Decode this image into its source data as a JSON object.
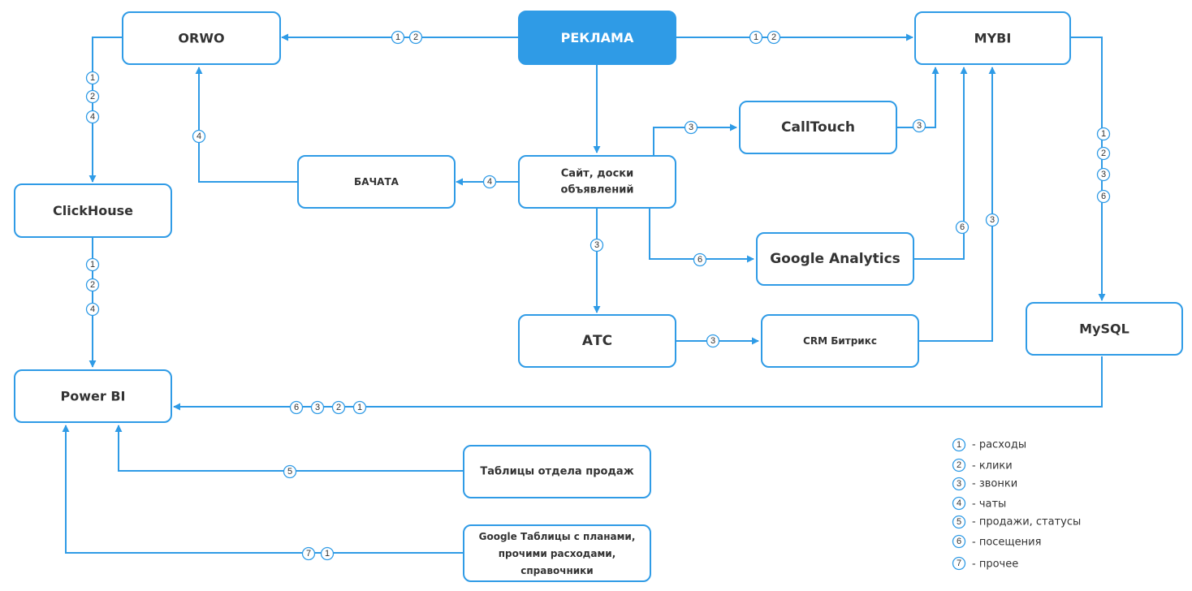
{
  "nodes": {
    "reklama": "РЕКЛАМА",
    "orwo": "ORWO",
    "mybi": "MYBI",
    "calltouch": "CallTouch",
    "bachata": "БАЧАТА",
    "site": [
      "Сайт, доски",
      "объявлений"
    ],
    "clickhouse": "ClickHouse",
    "google_analytics": "Google Analytics",
    "atc": "АТС",
    "crm": "CRM Битрикс",
    "mysql": "MySQL",
    "powerbi": "Power BI",
    "sales_tables": "Таблицы отдела продаж",
    "google_sheets": [
      "Google Таблицы с планами,",
      "прочими расходами,",
      "справочники"
    ]
  },
  "legend": [
    {
      "num": "1",
      "label": "- расходы"
    },
    {
      "num": "2",
      "label": "- клики"
    },
    {
      "num": "3",
      "label": "- звонки"
    },
    {
      "num": "4",
      "label": "- чаты"
    },
    {
      "num": "5",
      "label": "- продажи, статусы"
    },
    {
      "num": "6",
      "label": "- посещения"
    },
    {
      "num": "7",
      "label": "- прочее"
    }
  ],
  "edges": {
    "reklama_orwo": [
      "1",
      "2"
    ],
    "reklama_mybi": [
      "1",
      "2"
    ],
    "orwo_clickhouse": [
      "1",
      "2",
      "4"
    ],
    "bachata_orwo": [
      "4"
    ],
    "site_bachata": [
      "4"
    ],
    "site_calltouch": [
      "3"
    ],
    "calltouch_mybi": [
      "3"
    ],
    "ga_mybi": [
      "6"
    ],
    "crm_mybi": [
      "3"
    ],
    "site_atc": [
      "3"
    ],
    "site_ga": [
      "6"
    ],
    "atc_crm": [
      "3"
    ],
    "mybi_mysql": [
      "1",
      "2",
      "3",
      "6"
    ],
    "clickhouse_powerbi": [
      "1",
      "2",
      "4"
    ],
    "mysql_powerbi": [
      "6",
      "3",
      "2",
      "1"
    ],
    "sales_powerbi": [
      "5"
    ],
    "sheets_powerbi": [
      "7",
      "1"
    ]
  },
  "colors": {
    "accent": "#2f9be6",
    "text": "#333333",
    "primary_text": "#ffffff"
  }
}
